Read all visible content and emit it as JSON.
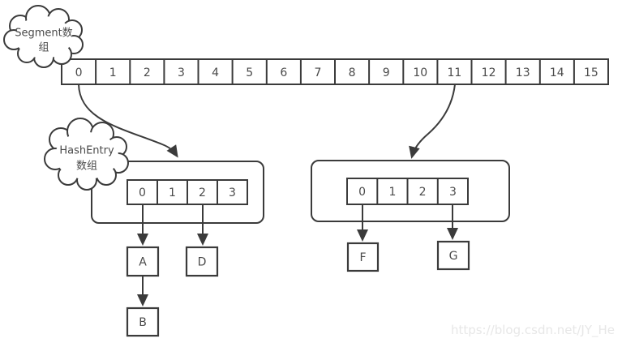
{
  "colors": {
    "stroke": "#3b3b3b",
    "text": "#4a4a4a",
    "watermark": "#e7e7e7",
    "background": "#ffffff"
  },
  "clouds": {
    "segment": {
      "line1": "Segment数",
      "line2": "组"
    },
    "hashentry": {
      "line1": "HashEntry",
      "line2": "数组"
    }
  },
  "segment_array": {
    "cells": [
      "0",
      "1",
      "2",
      "3",
      "4",
      "5",
      "6",
      "7",
      "8",
      "9",
      "10",
      "11",
      "12",
      "13",
      "14",
      "15"
    ]
  },
  "left_bucket": {
    "cells": [
      "0",
      "1",
      "2",
      "3"
    ]
  },
  "right_bucket": {
    "cells": [
      "0",
      "1",
      "2",
      "3"
    ]
  },
  "nodes": {
    "a": "A",
    "b": "B",
    "d": "D",
    "f": "F",
    "g": "G"
  },
  "watermark": "https://blog.csdn.net/JY_He"
}
